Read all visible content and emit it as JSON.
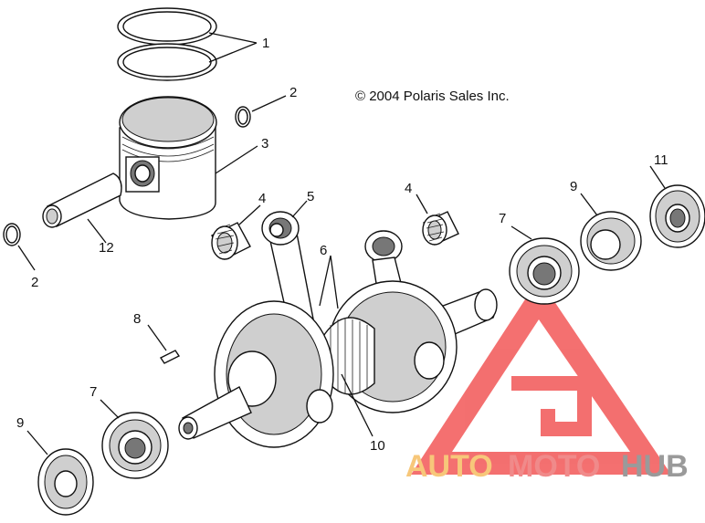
{
  "copyright": "© 2004 Polaris Sales Inc.",
  "callouts": [
    {
      "id": "c1",
      "label": "1"
    },
    {
      "id": "c2a",
      "label": "2"
    },
    {
      "id": "c3",
      "label": "3"
    },
    {
      "id": "c12",
      "label": "12"
    },
    {
      "id": "c2b",
      "label": "2"
    },
    {
      "id": "c4a",
      "label": "4"
    },
    {
      "id": "c5",
      "label": "5"
    },
    {
      "id": "c4b",
      "label": "4"
    },
    {
      "id": "c6",
      "label": "6"
    },
    {
      "id": "c7a",
      "label": "7"
    },
    {
      "id": "c8",
      "label": "8"
    },
    {
      "id": "c9a",
      "label": "9"
    },
    {
      "id": "c11",
      "label": "11"
    },
    {
      "id": "c7b",
      "label": "7"
    },
    {
      "id": "c9b",
      "label": "9"
    },
    {
      "id": "c10",
      "label": "10"
    }
  ],
  "watermark": {
    "parts": [
      {
        "text": "AUTO",
        "color": "#f7c77a"
      },
      {
        "text": "MOTO",
        "color": "#f08a8a"
      },
      {
        "text": "HUB",
        "color": "#9a9a9a"
      }
    ],
    "logo_color": "#f25757"
  }
}
